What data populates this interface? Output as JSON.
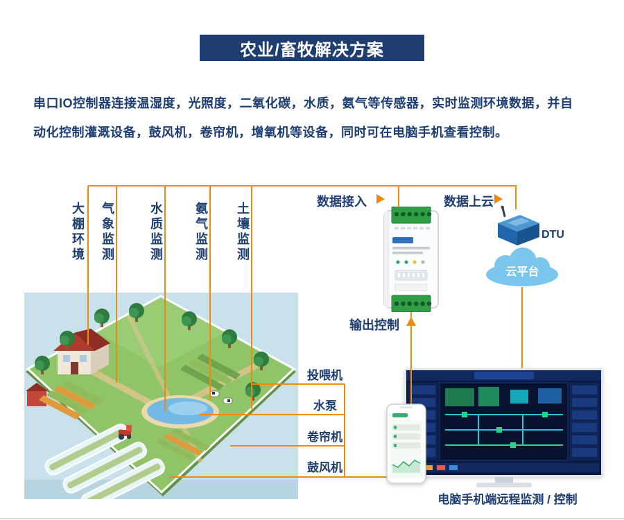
{
  "header": {
    "title": "农业/畜牧解决方案"
  },
  "description": {
    "line1": "串口IO控制器连接温湿度，光照度，二氧化碳，水质，氨气等传感器，实时监测环境数据，并自",
    "line2": "动化控制灌溉设备，鼓风机，卷帘机，增氧机等设备，同时可在电脑手机查看控制。"
  },
  "sensors": {
    "items": [
      {
        "label": "大棚环境"
      },
      {
        "label": "气象监测"
      },
      {
        "label": "水质监测"
      },
      {
        "label": "氨气监测"
      },
      {
        "label": "土壤监测"
      }
    ]
  },
  "flow": {
    "data_in": "数据接入",
    "data_to_cloud": "数据上云",
    "output_control": "输出控制",
    "dtu": "DTU",
    "cloud_platform": "云平台"
  },
  "outputs": {
    "items": [
      {
        "label": "投喂机"
      },
      {
        "label": "水泵"
      },
      {
        "label": "卷帘机"
      },
      {
        "label": "鼓风机"
      }
    ]
  },
  "footer": {
    "caption": "电脑手机端远程监测 / 控制"
  },
  "colors": {
    "navy": "#1e3e72",
    "accent_orange": "#ee8a10",
    "cloud_blue": "#7ac6ec",
    "terminal_green": "#2f9e44"
  }
}
